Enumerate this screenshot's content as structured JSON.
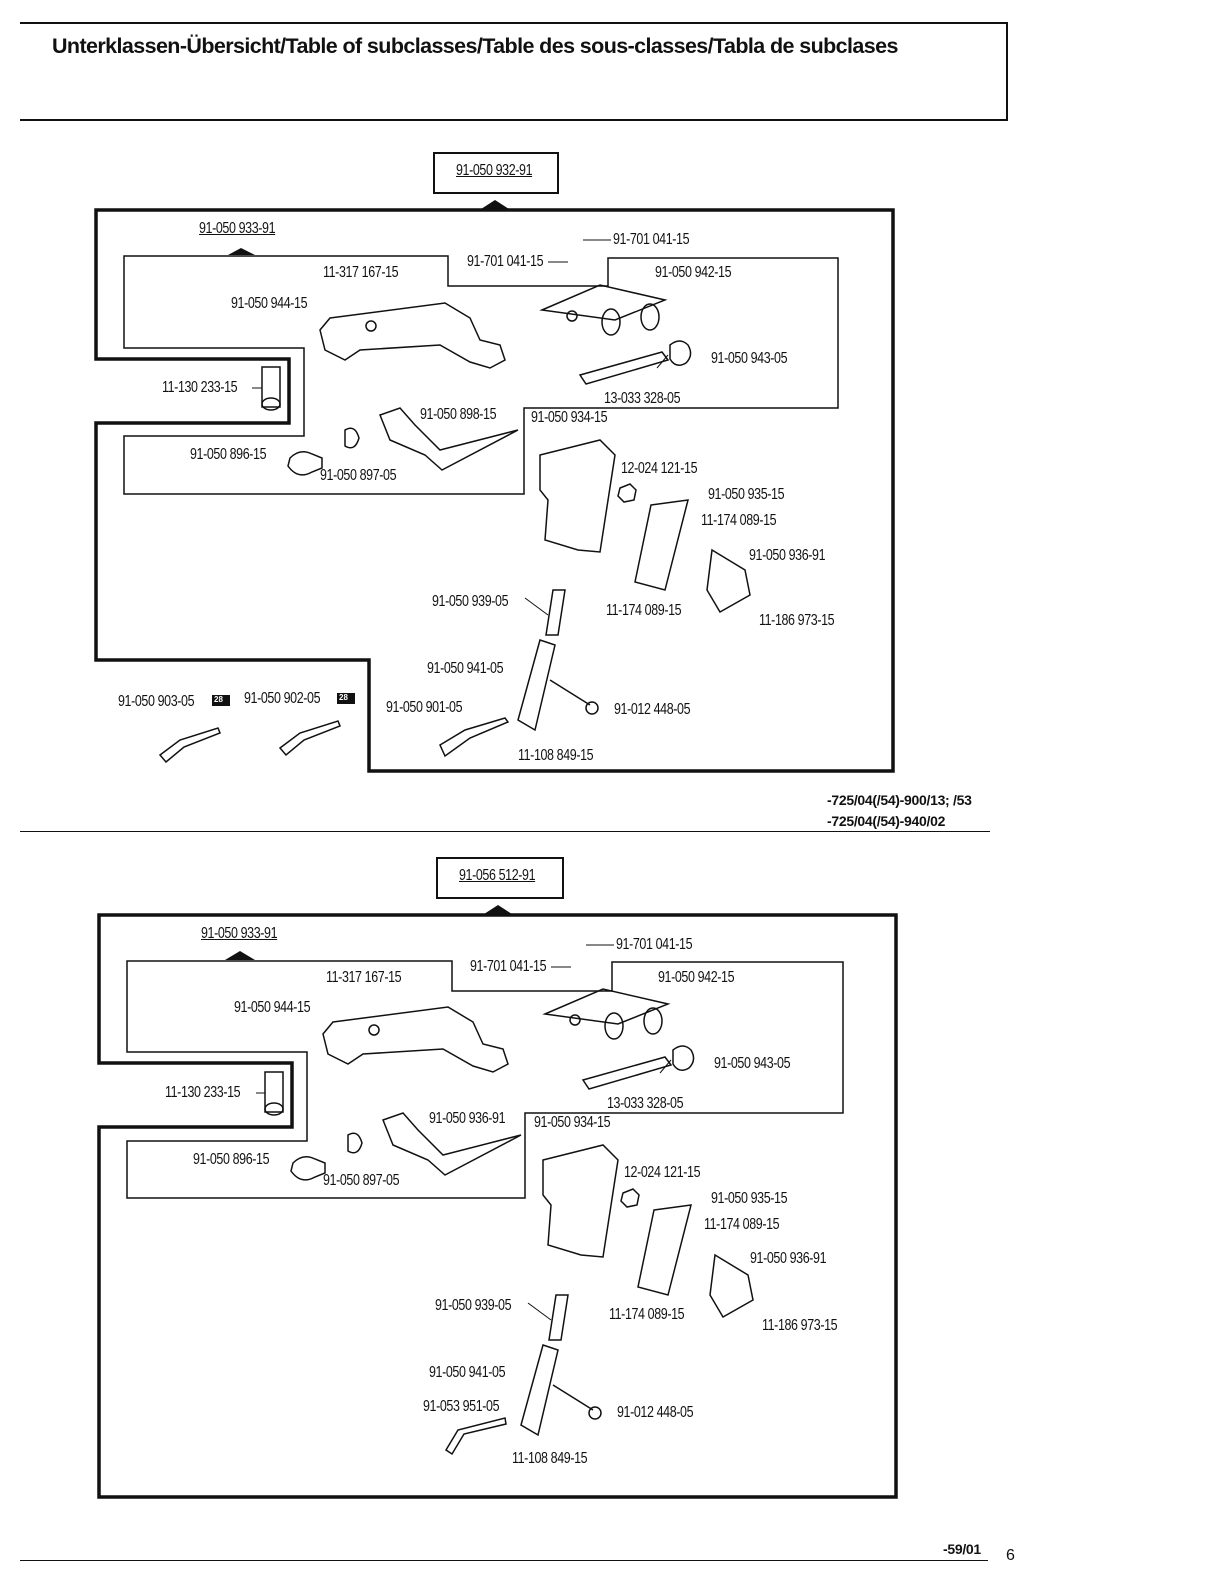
{
  "header": {
    "title": "Unterklassen-Übersicht/Table of subclasses/Table des sous-classes/Tabla de subclases"
  },
  "diagram1": {
    "top_box": "91-050 932-91",
    "labels": {
      "sub_box": "91-050 933-91",
      "a": "11-317 167-15",
      "b": "91-050 944-15",
      "c": "91-701 041-15",
      "d": "91-701 041-15",
      "e": "91-050 942-15",
      "f": "91-050 943-05",
      "g": "13-033 328-05",
      "h": "11-130 233-15",
      "i": "91-050 898-15",
      "j": "91-050 934-15",
      "k": "91-050 896-15",
      "l": "91-050 897-05",
      "m": "12-024 121-15",
      "n": "91-050 935-15",
      "o": "11-174 089-15",
      "p": "91-050 936-91",
      "q": "91-050 939-05",
      "r": "11-174 089-15",
      "s": "11-186 973-15",
      "t": "91-050 941-05",
      "u": "91-050 903-05",
      "v": "91-050 902-05",
      "w": "91-050 901-05",
      "x": "91-012 448-05",
      "y": "11-108 849-15"
    },
    "badge": "28"
  },
  "model_note": {
    "line1": "-725/04(/54)-900/13; /53",
    "line2": "-725/04(/54)-940/02"
  },
  "diagram2": {
    "top_box": "91-056 512-91",
    "labels": {
      "sub_box": "91-050 933-91",
      "a": "11-317 167-15",
      "b": "91-050 944-15",
      "c": "91-701 041-15",
      "d": "91-701 041-15",
      "e": "91-050 942-15",
      "f": "91-050 943-05",
      "g": "13-033 328-05",
      "h": "11-130 233-15",
      "i": "91-050 936-91",
      "j": "91-050 934-15",
      "k": "91-050 896-15",
      "l": "91-050 897-05",
      "m": "12-024 121-15",
      "n": "91-050 935-15",
      "o": "11-174 089-15",
      "p": "91-050 936-91",
      "q": "91-050 939-05",
      "r": "11-174 089-15",
      "s": "11-186 973-15",
      "t": "91-050 941-05",
      "w": "91-053 951-05",
      "x": "91-012 448-05",
      "y": "11-108 849-15"
    }
  },
  "footer": {
    "code": "-59/01",
    "page": "6"
  }
}
